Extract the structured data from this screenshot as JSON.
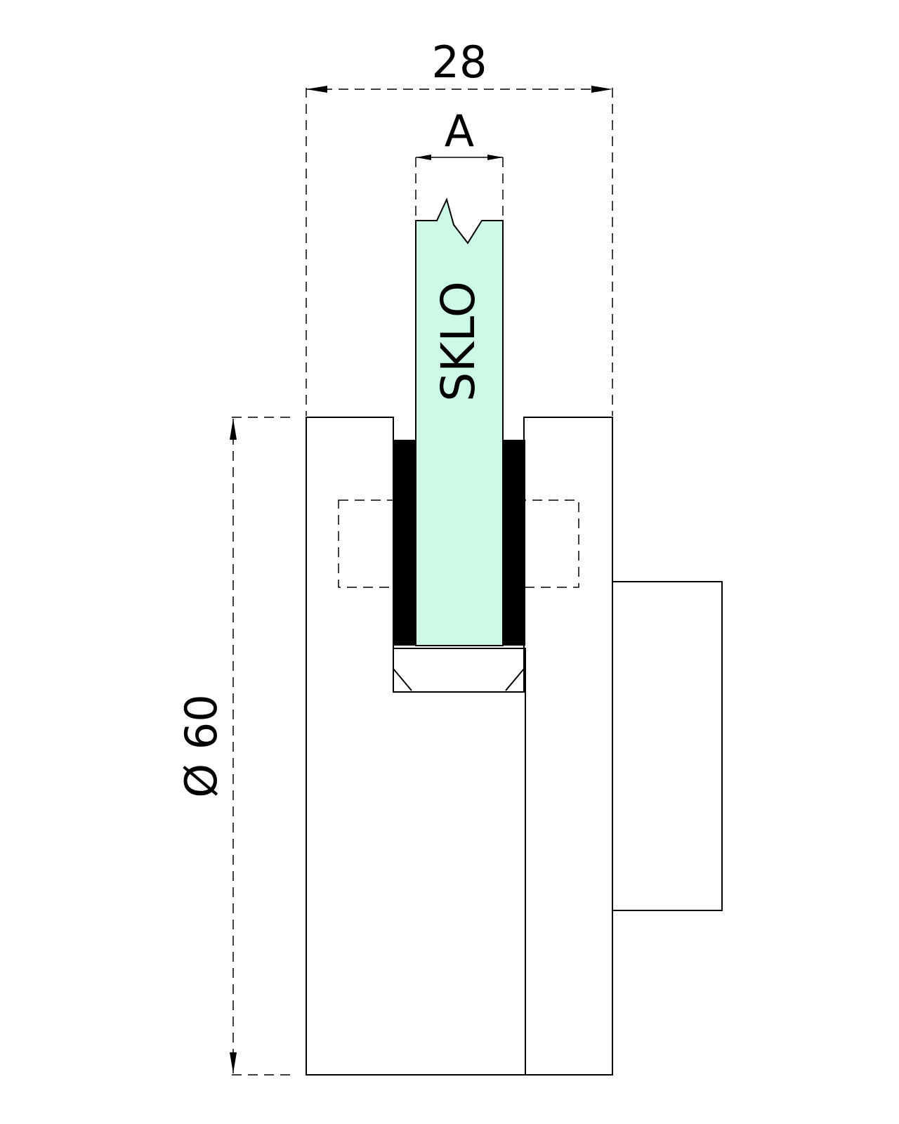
{
  "dimensions": {
    "width_label": "28",
    "glass_thickness_label": "A",
    "diameter_label": "Ø 60"
  },
  "labels": {
    "glass": "SKLO"
  },
  "colors": {
    "glass_fill": "#ccfae4",
    "gasket_fill": "#000000",
    "line": "#000000"
  }
}
